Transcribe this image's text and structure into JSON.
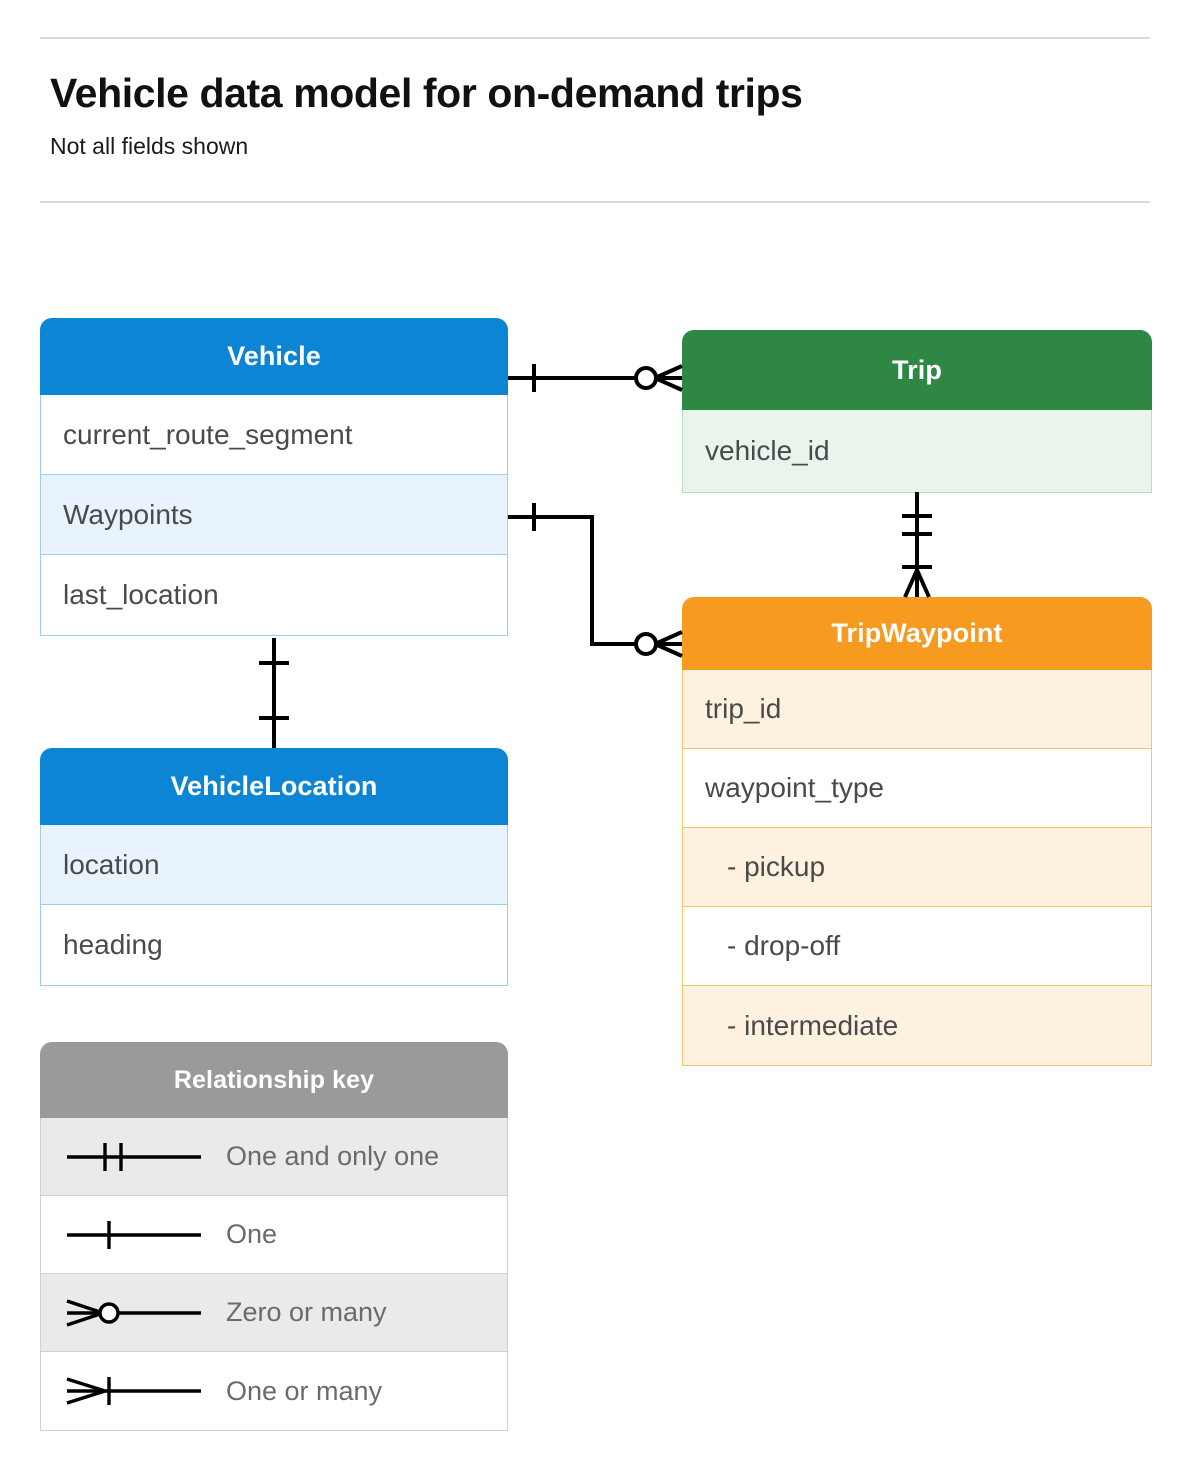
{
  "header": {
    "title": "Vehicle data model for on-demand trips",
    "subtitle": "Not all fields shown"
  },
  "entities": {
    "vehicle": {
      "name": "Vehicle",
      "color": "#0b85d4",
      "fields": [
        "current_route_segment",
        "Waypoints",
        "last_location"
      ]
    },
    "vehicle_location": {
      "name": "VehicleLocation",
      "color": "#0b85d4",
      "fields": [
        "location",
        "heading"
      ]
    },
    "trip": {
      "name": "Trip",
      "color": "#2e8843",
      "fields": [
        "vehicle_id"
      ]
    },
    "trip_waypoint": {
      "name": "TripWaypoint",
      "color": "#f79a20",
      "fields": [
        "trip_id",
        "waypoint_type",
        "-  pickup",
        "-  drop-off",
        "-  intermediate"
      ]
    }
  },
  "legend": {
    "title": "Relationship key",
    "color": "#9a9a9a",
    "items": [
      {
        "symbol": "one-and-only-one",
        "label": "One and only one"
      },
      {
        "symbol": "one",
        "label": "One"
      },
      {
        "symbol": "zero-or-many",
        "label": "Zero or many"
      },
      {
        "symbol": "one-or-many",
        "label": "One or many"
      }
    ]
  },
  "relationships": [
    {
      "from": "Vehicle",
      "from_cardinality": "One",
      "to": "Trip",
      "to_cardinality": "Zero or many"
    },
    {
      "from": "Vehicle.Waypoints",
      "from_cardinality": "One",
      "to": "TripWaypoint",
      "to_cardinality": "Zero or many"
    },
    {
      "from": "Vehicle",
      "from_cardinality": "One",
      "to": "VehicleLocation",
      "to_cardinality": "One"
    },
    {
      "from": "Trip",
      "from_cardinality": "One and only one",
      "to": "TripWaypoint",
      "to_cardinality": "One or many"
    }
  ]
}
